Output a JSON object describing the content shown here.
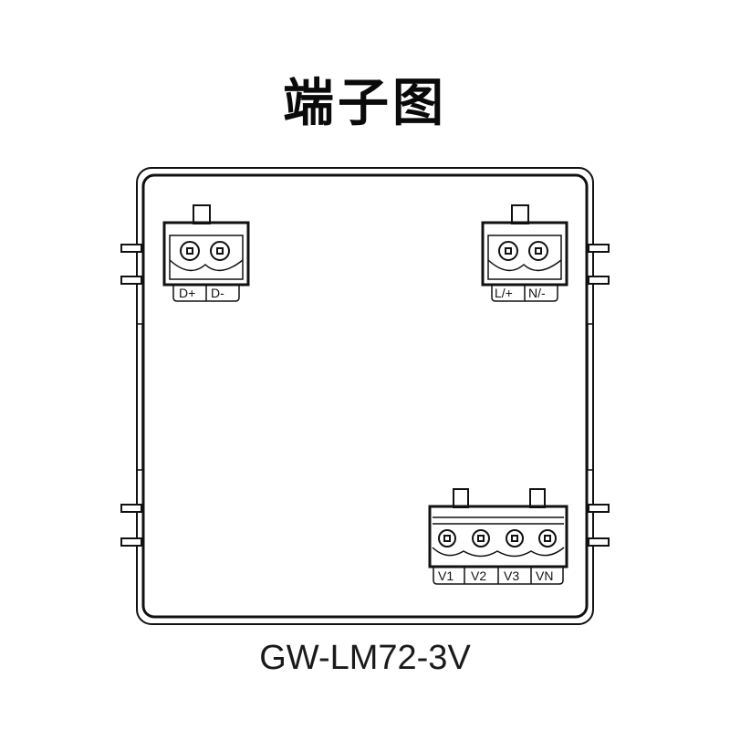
{
  "title": "端子图",
  "model": "GW-LM72-3V",
  "colors": {
    "line": "#111111",
    "background": "#ffffff"
  },
  "terminals": [
    {
      "id": "comm",
      "position": "top-left",
      "labels": [
        "D+",
        "D-"
      ]
    },
    {
      "id": "power",
      "position": "top-right",
      "labels": [
        "L/+",
        "N/-"
      ]
    },
    {
      "id": "voltage",
      "position": "bottom-right",
      "labels": [
        "V1",
        "V2",
        "V3",
        "VN"
      ]
    }
  ]
}
